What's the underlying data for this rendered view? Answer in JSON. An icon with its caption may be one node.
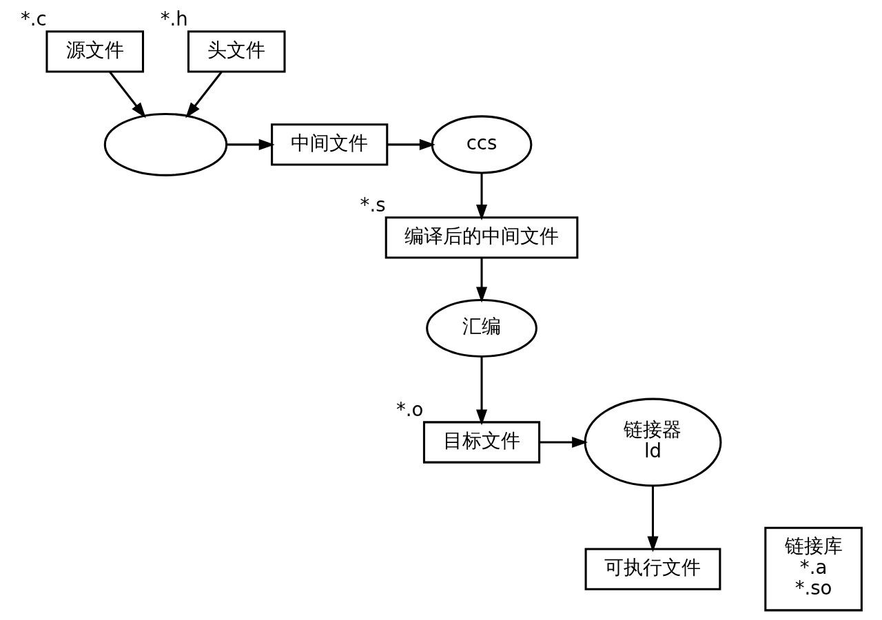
{
  "diagram": {
    "nodes": [
      {
        "text": [
          "源文件"
        ],
        "beside": [
          "*.c"
        ]
      },
      {
        "text": [
          "头文件"
        ],
        "beside": [
          "*.h"
        ]
      },
      {
        "text": [],
        "shape": "ellipse"
      },
      {
        "text": [
          "中间文件"
        ]
      },
      {
        "text": [
          "ccs"
        ]
      },
      {
        "text": [
          "编译后的中间文件"
        ],
        "beside": [
          "*.s"
        ]
      },
      {
        "text": [
          "汇编"
        ]
      },
      {
        "text": [
          "目标文件"
        ],
        "beside": [
          "*.o"
        ]
      },
      {
        "text": [
          "链接器",
          "ld"
        ]
      },
      {
        "text": [
          "可执行文件"
        ]
      },
      {
        "text": [
          "链接库",
          "*.a",
          "*.so"
        ]
      }
    ],
    "edges": [
      {
        "from": 0,
        "to": 2,
        "arrow": "to"
      },
      {
        "from": 1,
        "to": 2,
        "arrow": "to"
      },
      {
        "from": 2,
        "to": 3,
        "arrow": "to"
      },
      {
        "from": 3,
        "to": 4,
        "arrow": "to"
      },
      {
        "from": 4,
        "to": 5,
        "arrow": "to"
      },
      {
        "from": 5,
        "to": 6,
        "arrow": "to"
      },
      {
        "from": 6,
        "to": 7,
        "arrow": "to"
      },
      {
        "from": 7,
        "to": 8,
        "arrow": "to"
      },
      {
        "from": 8,
        "to": 9,
        "arrow": "to"
      }
    ]
  }
}
